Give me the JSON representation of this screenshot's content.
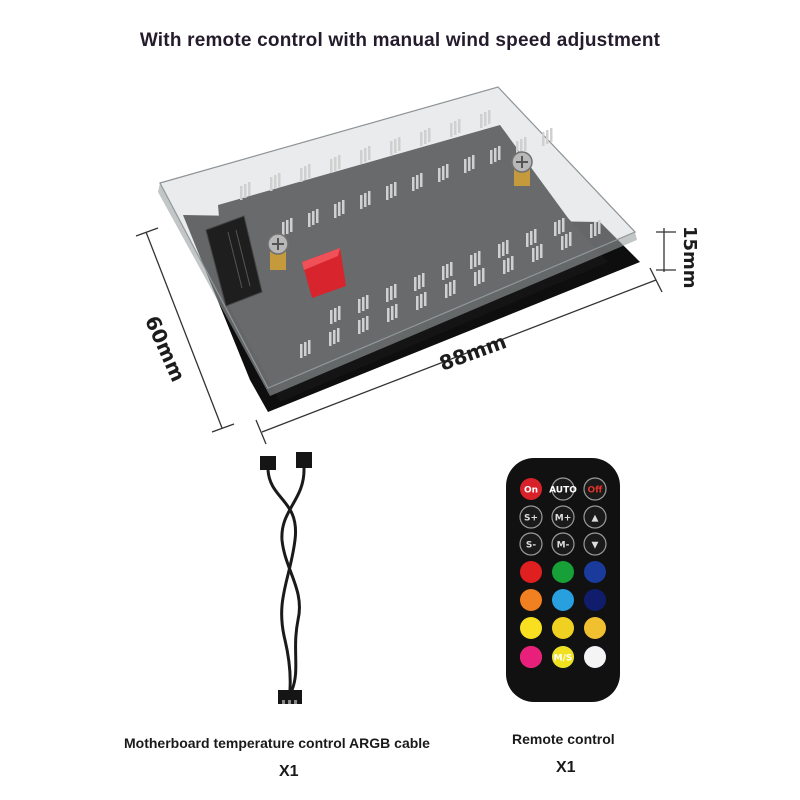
{
  "headline": "With remote control with manual wind speed adjustment",
  "dimensions": {
    "width": "88mm",
    "depth": "60mm",
    "height": "15mm"
  },
  "items": [
    {
      "caption": "Motherboard temperature control ARGB cable",
      "quantity": "X1"
    },
    {
      "caption": "Remote control",
      "quantity": "X1"
    }
  ],
  "remote_buttons": {
    "row1": [
      "On",
      "AUTO",
      "Off"
    ],
    "row2": [
      "S+",
      "M+"
    ],
    "row3": [
      "S-",
      "M-"
    ],
    "mode": "M/S"
  },
  "colors": {
    "on_button": "#d8222a",
    "off_button": "#e03228",
    "color_grid": [
      "#e02020",
      "#18a038",
      "#1a3a9c",
      "#f08020",
      "#28a0e0",
      "#101c6c",
      "#f8e020",
      "#f0d020",
      "#f0c030",
      "#f07820",
      "#18a8e8",
      "#1438a8",
      "#e8207c",
      "#f0e020",
      "#f4f4f4"
    ]
  }
}
